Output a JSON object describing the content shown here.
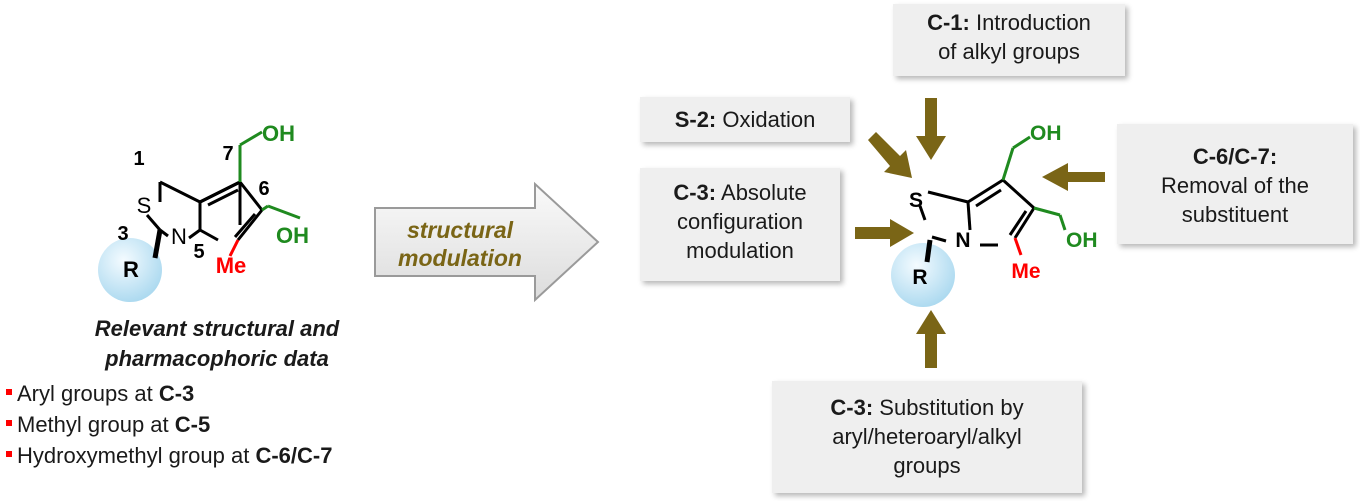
{
  "left_molecule": {
    "atoms": {
      "S": "S",
      "N": "N",
      "R": "R",
      "Me": "Me",
      "OH_top": "OH",
      "OH_bottom": "OH"
    },
    "positions": {
      "p1": "1",
      "p3": "3",
      "p5": "5",
      "p6": "6",
      "p7": "7"
    }
  },
  "arrow_label": {
    "line1": "structural",
    "line2": "modulation"
  },
  "caption": {
    "line1": "Relevant structural and",
    "line2": "pharmacophoric data"
  },
  "facts": [
    {
      "text": "Aryl groups at ",
      "bold": "C-3"
    },
    {
      "text": "Methyl group at ",
      "bold": "C-5"
    },
    {
      "text": "Hydroxymethyl group at ",
      "bold": "C-6/C-7"
    }
  ],
  "right_molecule": {
    "atoms": {
      "S": "S",
      "N": "N",
      "R": "R",
      "Me": "Me",
      "OH_top": "OH",
      "OH_bottom": "OH"
    }
  },
  "modulations": {
    "c1": {
      "bold": "C-1:",
      "line1": " Introduction",
      "line2": "of alkyl groups"
    },
    "s2": {
      "bold": "S-2:",
      "line1": " Oxidation"
    },
    "c3_config": {
      "bold": "C-3:",
      "line1": " Absolute",
      "line2": "configuration",
      "line3": "modulation"
    },
    "c6c7": {
      "bold": "C-6/C-7:",
      "line2": "Removal of the",
      "line3": "substituent"
    },
    "c3_sub": {
      "bold": "C-3:",
      "line1": " Substitution by",
      "line2": "aryl/heteroaryl/alkyl",
      "line3": "groups"
    }
  },
  "colors": {
    "green": "#1f8a1f",
    "red": "#ff0000",
    "arrow": "#7a6516",
    "label": "#7a6516",
    "bubble": "#bfe4f5"
  }
}
